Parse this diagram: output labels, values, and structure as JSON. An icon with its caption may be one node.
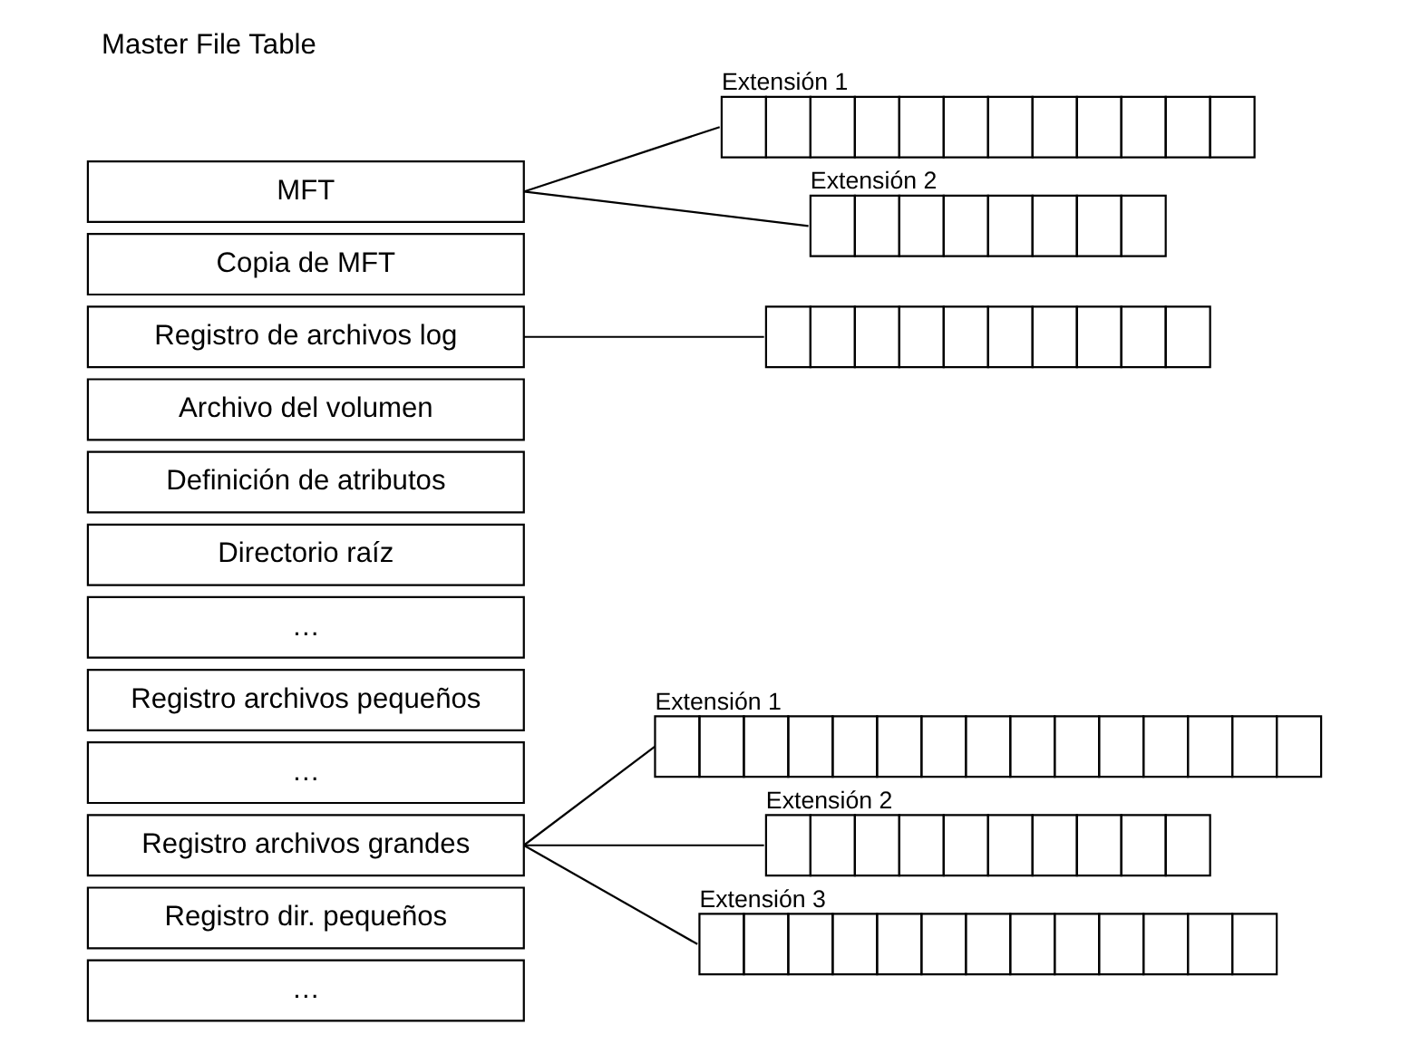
{
  "diagram": {
    "title": "Master File Table",
    "nodes": [
      {
        "text": [
          "MFT"
        ]
      },
      {
        "text": [
          "Copia de MFT"
        ]
      },
      {
        "text": [
          "Registro de archivos log"
        ]
      },
      {
        "text": [
          "Archivo del volumen"
        ]
      },
      {
        "text": [
          "Definición de atributos"
        ]
      },
      {
        "text": [
          "Directorio raíz"
        ]
      },
      {
        "text": [
          "…"
        ]
      },
      {
        "text": [
          "Registro archivos pequeños"
        ]
      },
      {
        "text": [
          "…"
        ]
      },
      {
        "text": [
          "Registro archivos grandes"
        ]
      },
      {
        "text": [
          "Registro dir. pequeños"
        ]
      },
      {
        "text": [
          "…"
        ]
      },
      {
        "text": [],
        "shape": "bar",
        "beside": [
          "Extensión 1"
        ]
      },
      {
        "text": [],
        "shape": "bar",
        "beside": [
          "Extensión 2"
        ]
      },
      {
        "text": [],
        "shape": "bar"
      },
      {
        "text": [],
        "shape": "bar",
        "beside": [
          "Extensión 1"
        ]
      },
      {
        "text": [],
        "shape": "bar",
        "beside": [
          "Extensión 2"
        ]
      },
      {
        "text": [],
        "shape": "bar",
        "beside": [
          "Extensión 3"
        ]
      }
    ],
    "edges": [
      {
        "from": 0,
        "to": 12,
        "arrow": "none"
      },
      {
        "from": 0,
        "to": 13,
        "arrow": "none"
      },
      {
        "from": 2,
        "to": 14,
        "arrow": "none"
      },
      {
        "from": 9,
        "to": 15,
        "arrow": "none"
      },
      {
        "from": 9,
        "to": 16,
        "arrow": "none"
      },
      {
        "from": 9,
        "to": 17,
        "arrow": "none"
      }
    ]
  }
}
